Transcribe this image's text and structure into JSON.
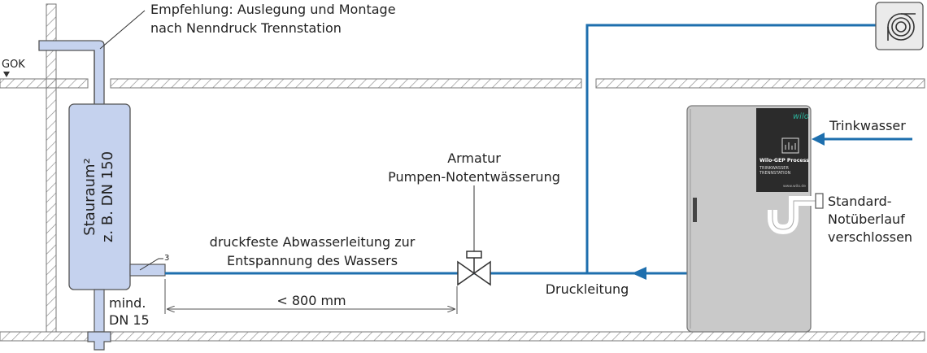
{
  "labels": {
    "recommendation_line1": "Empfehlung: Auslegung und Montage",
    "recommendation_line2": "nach Nenndruck Trennstation",
    "gok": "GOK",
    "stauraum_line1": "Stauraum²",
    "stauraum_line2": "z. B. DN 150",
    "footnote": "3",
    "min_line1": "mind.",
    "min_line2": "DN 15",
    "wastewater_line1": "druckfeste Abwasserleitung zur",
    "wastewater_line2": "Entspannung des Wassers",
    "distance": "< 800 mm",
    "armatur_line1": "Armatur",
    "armatur_line2": "Pumpen-Notentwässerung",
    "pressure_line": "Druckleitung",
    "drinking_water": "Trinkwasser",
    "overflow_line1": "Standard-",
    "overflow_line2": "Notüberlauf",
    "overflow_line3": "verschlossen"
  },
  "device": {
    "brand": "wilo",
    "model": "Wilo-GEP Process",
    "subtitle_line1": "TRINKWASSER",
    "subtitle_line2": "TRENNSTATION",
    "website": "www.wilo.de"
  },
  "colors": {
    "pipe_blue": "#1e6fae",
    "tank_fill": "#c5d2ee",
    "device_body": "#c9c9c9",
    "device_panel": "#2b2b2b",
    "brand_green": "#2bb39b"
  }
}
